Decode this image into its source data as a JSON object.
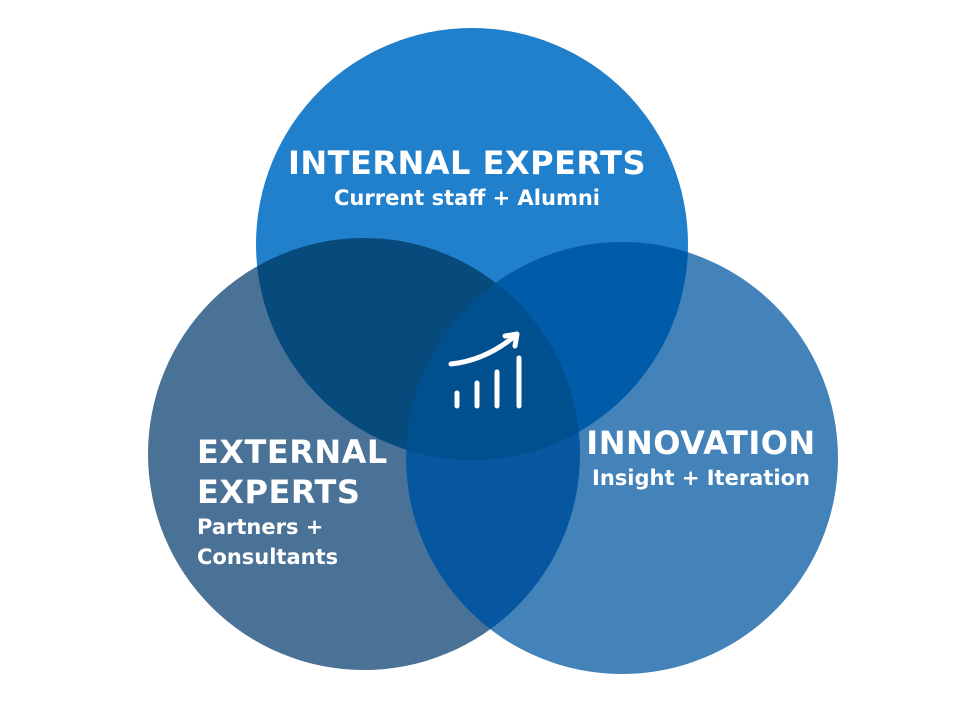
{
  "circles": {
    "internal": {
      "title": "INTERNAL EXPERTS",
      "subtitle": "Current staff + Alumni",
      "color": "#2180CC"
    },
    "external": {
      "title_line1": "EXTERNAL",
      "title_line2": "EXPERTS",
      "subtitle_line1": "Partners +",
      "subtitle_line2": "Consultants",
      "color": "#4A7296"
    },
    "innovation": {
      "title": "INNOVATION",
      "subtitle": "Insight + Iteration",
      "color": "#4483BA"
    }
  },
  "overlaps": {
    "internal_external": "#074A7C",
    "internal_innovation": "#005CA8",
    "external_innovation": "#0657A0",
    "center": "#004F8E"
  },
  "center_icon": "growth-chart-icon"
}
